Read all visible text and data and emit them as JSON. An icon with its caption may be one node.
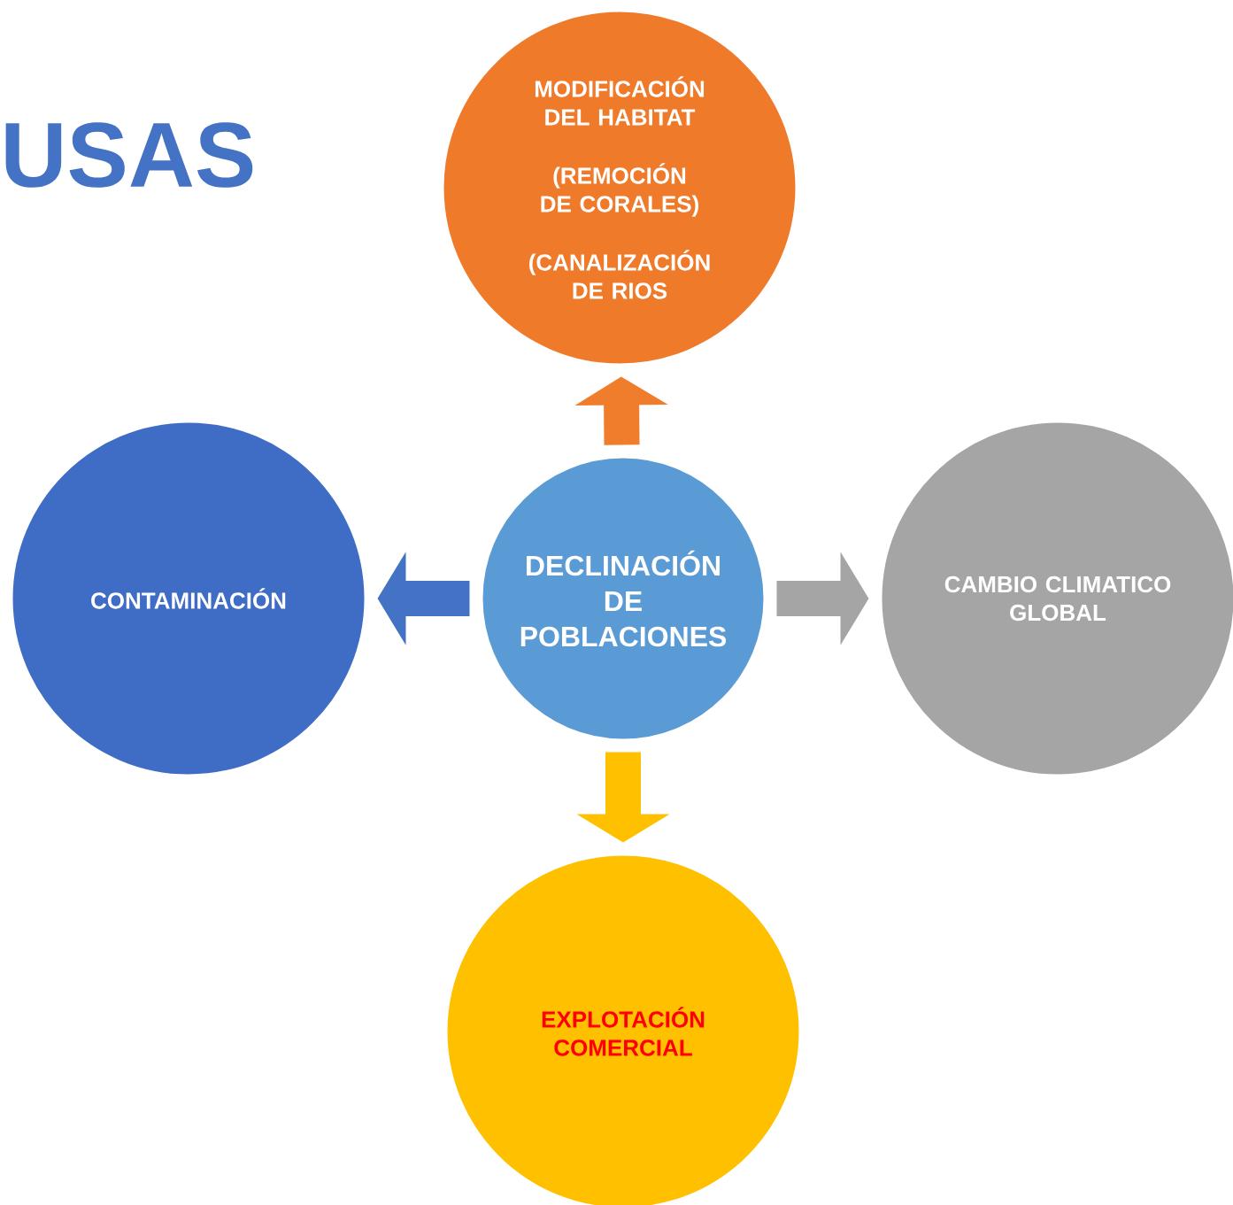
{
  "diagram": {
    "title": "USAS",
    "nodes": [
      {
        "text": [
          "MODIFICACIÓN DEL HABITAT",
          "(REMOCIÓN DE CORALES)",
          "(CANALIZACIÓN DE RIOS"
        ]
      },
      {
        "text": [
          "CONTAMINACIÓN"
        ]
      },
      {
        "text": [
          "DECLINACIÓN DE POBLACIONES"
        ]
      },
      {
        "text": [
          "CAMBIO CLIMATICO GLOBAL"
        ]
      },
      {
        "text": [
          "EXPLOTACIÓN COMERCIAL"
        ]
      }
    ],
    "edges": [
      {
        "from": 2,
        "to": 0,
        "arrow": "to",
        "color": "#f07d2c"
      },
      {
        "from": 2,
        "to": 1,
        "arrow": "to",
        "color": "#4472c4"
      },
      {
        "from": 2,
        "to": 3,
        "arrow": "to",
        "color": "#a5a5a5"
      },
      {
        "from": 2,
        "to": 4,
        "arrow": "to",
        "color": "#ffc000"
      }
    ]
  }
}
